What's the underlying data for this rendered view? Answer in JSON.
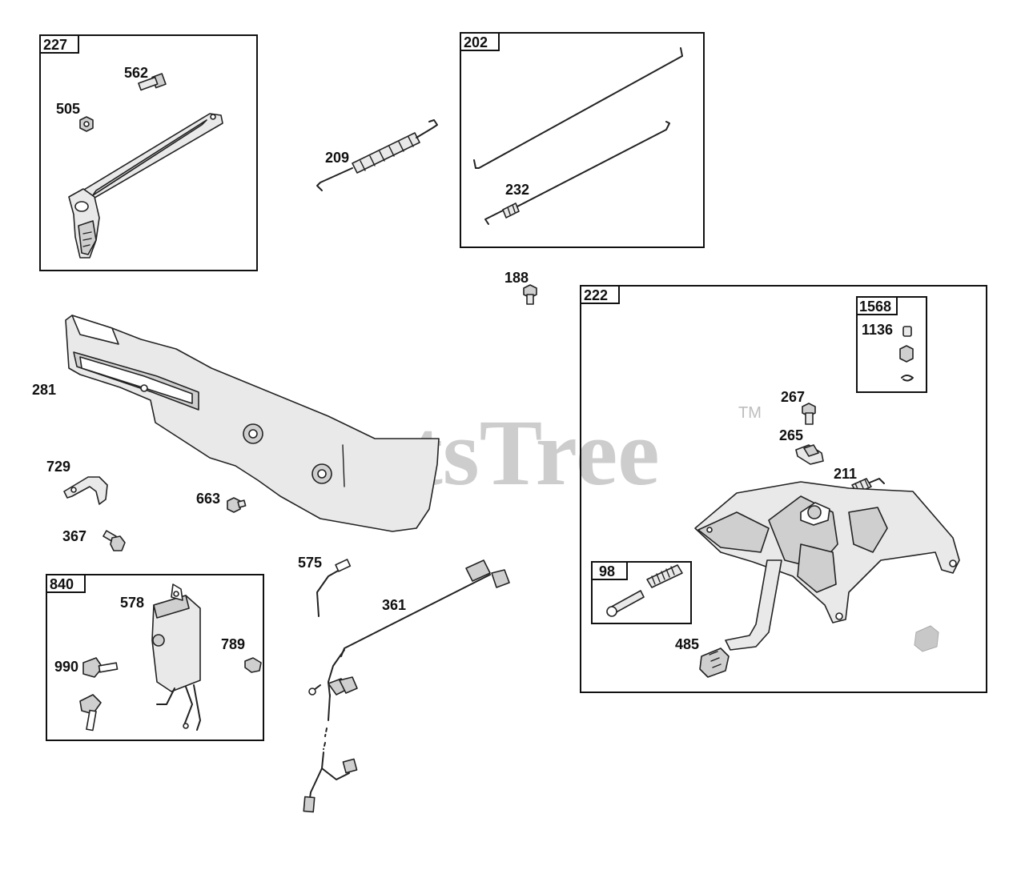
{
  "watermark": {
    "text": "PartsTree",
    "trademark": "TM"
  },
  "boxes": [
    {
      "id": "box-227",
      "label": "227"
    },
    {
      "id": "box-202",
      "label": "202"
    },
    {
      "id": "box-222",
      "label": "222"
    },
    {
      "id": "box-1568",
      "label": "1568"
    },
    {
      "id": "box-98",
      "label": "98"
    },
    {
      "id": "box-840",
      "label": "840"
    }
  ],
  "callouts": [
    {
      "id": "562",
      "label": "562"
    },
    {
      "id": "505",
      "label": "505"
    },
    {
      "id": "209",
      "label": "209"
    },
    {
      "id": "232",
      "label": "232"
    },
    {
      "id": "188",
      "label": "188"
    },
    {
      "id": "1136",
      "label": "1136"
    },
    {
      "id": "267",
      "label": "267"
    },
    {
      "id": "265",
      "label": "265"
    },
    {
      "id": "211",
      "label": "211"
    },
    {
      "id": "485",
      "label": "485"
    },
    {
      "id": "281",
      "label": "281"
    },
    {
      "id": "729",
      "label": "729"
    },
    {
      "id": "663",
      "label": "663"
    },
    {
      "id": "367",
      "label": "367"
    },
    {
      "id": "578",
      "label": "578"
    },
    {
      "id": "789",
      "label": "789"
    },
    {
      "id": "575",
      "label": "575"
    },
    {
      "id": "361",
      "label": "361"
    },
    {
      "id": "990",
      "label": "990"
    }
  ]
}
